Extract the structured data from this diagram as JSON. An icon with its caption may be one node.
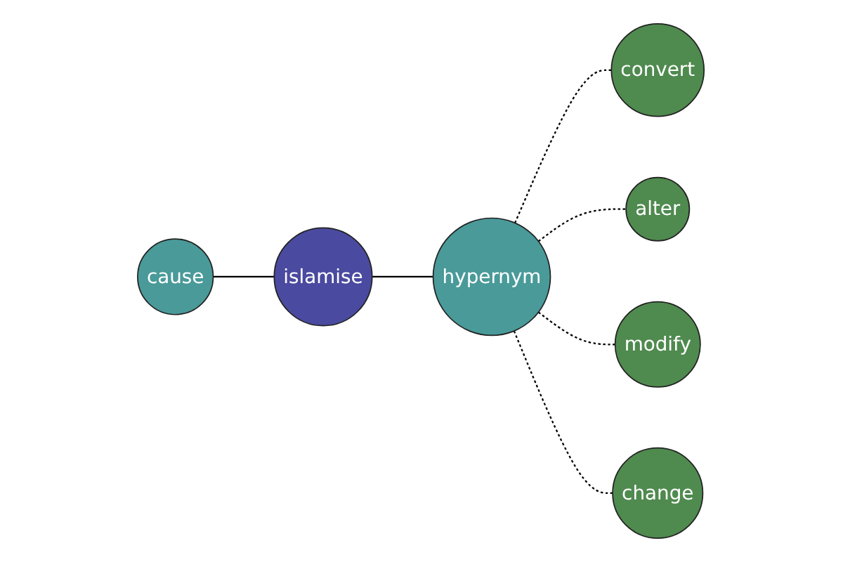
{
  "diagram": {
    "nodes": [
      {
        "text": [
          "convert"
        ]
      },
      {
        "text": [
          "cause"
        ]
      },
      {
        "text": [
          "hypernym"
        ]
      },
      {
        "text": [
          "islamise"
        ]
      },
      {
        "text": [
          "alter"
        ]
      },
      {
        "text": [
          "modify"
        ]
      },
      {
        "text": [
          "change"
        ]
      }
    ],
    "edges": [
      {
        "from": 1,
        "to": 3,
        "arrow": "none"
      },
      {
        "from": 3,
        "to": 2,
        "arrow": "none"
      },
      {
        "from": 2,
        "to": 0,
        "arrow": "none",
        "style": "dashed"
      },
      {
        "from": 2,
        "to": 4,
        "arrow": "none",
        "style": "dashed"
      },
      {
        "from": 2,
        "to": 5,
        "arrow": "none",
        "style": "dashed"
      },
      {
        "from": 2,
        "to": 6,
        "arrow": "none",
        "style": "dashed"
      }
    ]
  }
}
